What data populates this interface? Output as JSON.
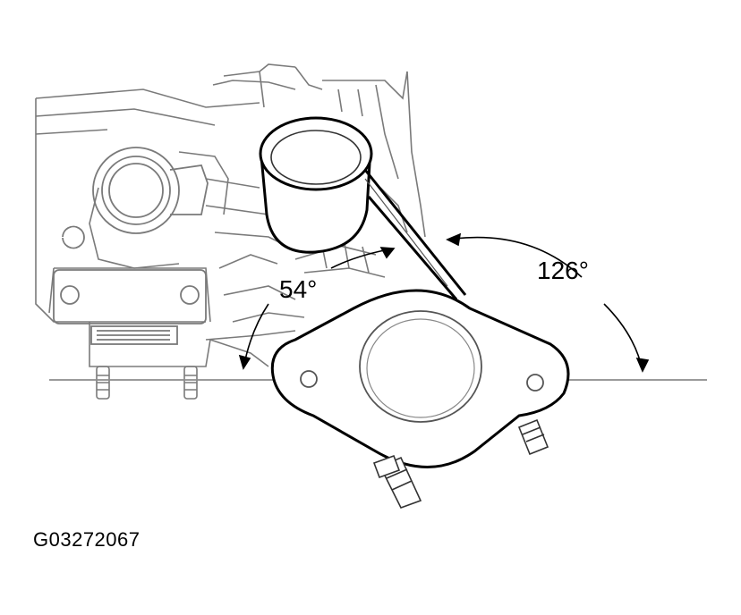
{
  "diagram": {
    "angle_large_label": "126°",
    "angle_small_label": "54°",
    "figure_id": "G03272067"
  },
  "colors": {
    "ink": "#000000",
    "line_gray": "#7a7a7a",
    "dim_line": "#8c8c8c",
    "background": "#ffffff"
  }
}
